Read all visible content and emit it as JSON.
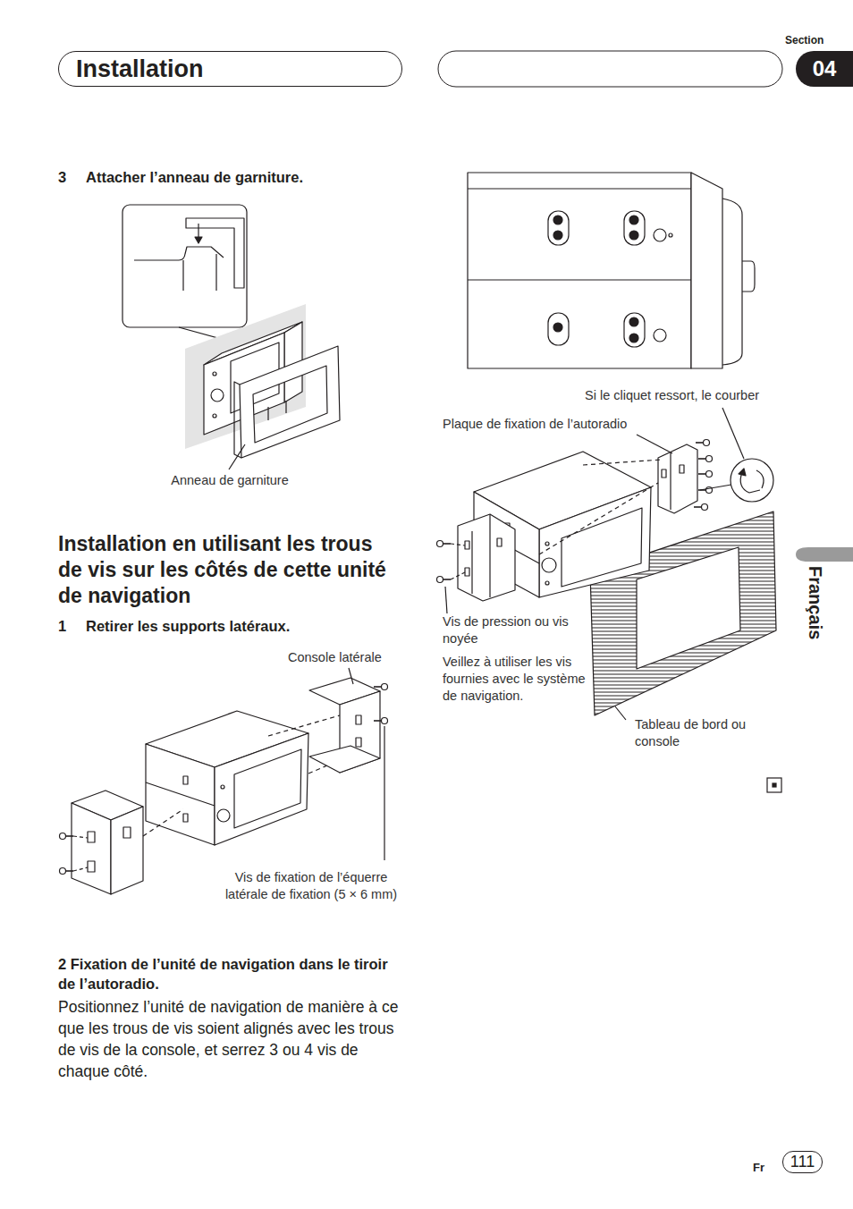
{
  "diagram": {
    "title": "Installation en utilisant les trous de vis sur les côtés de cette unité de navigation",
    "nodes": [
      {
        "text": [
          "Installation"
        ]
      },
      {
        "text": [
          "Section",
          "04"
        ]
      },
      {
        "text": [
          "Français"
        ]
      },
      {
        "text": [
          "111"
        ]
      }
    ],
    "labels": [
      "3",
      "Attacher l’anneau de garniture.",
      "Anneau de garniture",
      "1",
      "Retirer les supports latéraux.",
      "Console latérale",
      "Vis de fixation de l’équerre latérale de fixation (5 × 6 mm)",
      "2 Fixation de l’unité de navigation dans le tiroir de l’autoradio.",
      "Positionnez l’unité de navigation de manière à ce que les trous de vis soient alignés avec les trous de vis de la console, et serrez 3 ou 4 vis de chaque côté.",
      "Si le cliquet ressort, le courber",
      "Plaque de fixation de l’autoradio",
      "Vis de pression ou vis noyée",
      "Veillez à utiliser les vis fournies avec le système de navigation.",
      "Tableau de bord ou console",
      "Fr"
    ]
  }
}
